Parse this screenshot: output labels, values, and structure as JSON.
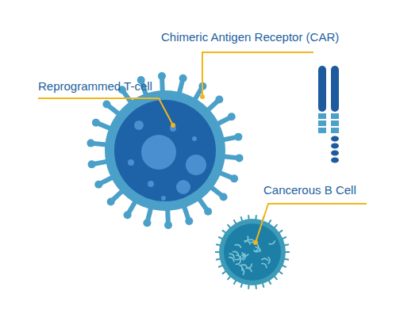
{
  "diagram": {
    "labels": [
      "Chimeric Antigen Receptor (CAR)",
      "Reprogrammed T-cell",
      "Cancerous B Cell"
    ]
  }
}
